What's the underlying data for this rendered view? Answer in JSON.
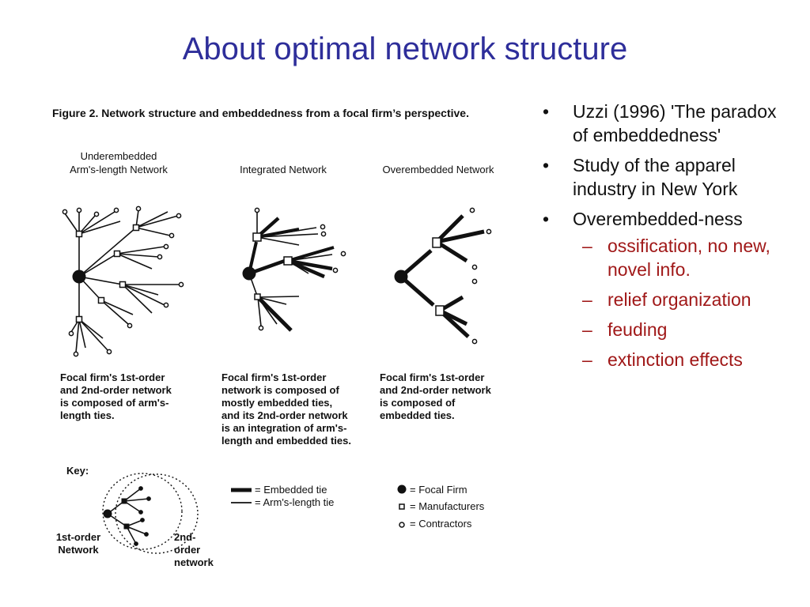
{
  "title": "About optimal network structure",
  "figure": {
    "caption": "Figure 2.  Network structure and embeddedness from a focal firm’s perspective.",
    "networks": [
      {
        "label_line1": "Underembedded",
        "label_line2": "Arm's-length Network",
        "desc": [
          "Focal firm's 1st-order",
          "and 2nd-order network",
          "is composed of arm's-",
          "length ties."
        ]
      },
      {
        "label_line1": "",
        "label_line2": "Integrated Network",
        "desc": [
          "Focal firm's 1st-order",
          "network is composed of",
          "mostly embedded ties,",
          "and its 2nd-order network",
          "is an integration of arm's-",
          "length and embedded ties."
        ]
      },
      {
        "label_line1": "",
        "label_line2": "Overembedded Network",
        "desc": [
          "Focal firm's 1st-order",
          "and 2nd-order network",
          "is composed of",
          "embedded ties."
        ]
      }
    ],
    "key": {
      "heading": "Key:",
      "first_order": [
        "1st-order",
        "Network"
      ],
      "second_order": [
        "2nd-",
        "order",
        "network"
      ],
      "ties": [
        "= Embedded tie",
        "= Arm's-length tie"
      ],
      "nodes": [
        "= Focal Firm",
        "= Manufacturers",
        "= Contractors"
      ]
    }
  },
  "bullets": [
    {
      "level": 1,
      "mark": "•",
      "text": "Uzzi (1996) 'The paradox of embeddedness'"
    },
    {
      "level": 1,
      "mark": "•",
      "text": "Study of the apparel industry in New York"
    },
    {
      "level": 1,
      "mark": "•",
      "text": "Overembedded-ness"
    },
    {
      "level": 2,
      "mark": "–",
      "text": "ossification, no new, novel info."
    },
    {
      "level": 2,
      "mark": "–",
      "text": "relief organization"
    },
    {
      "level": 2,
      "mark": "–",
      "text": "feuding"
    },
    {
      "level": 2,
      "mark": "–",
      "text": "extinction effects"
    }
  ]
}
